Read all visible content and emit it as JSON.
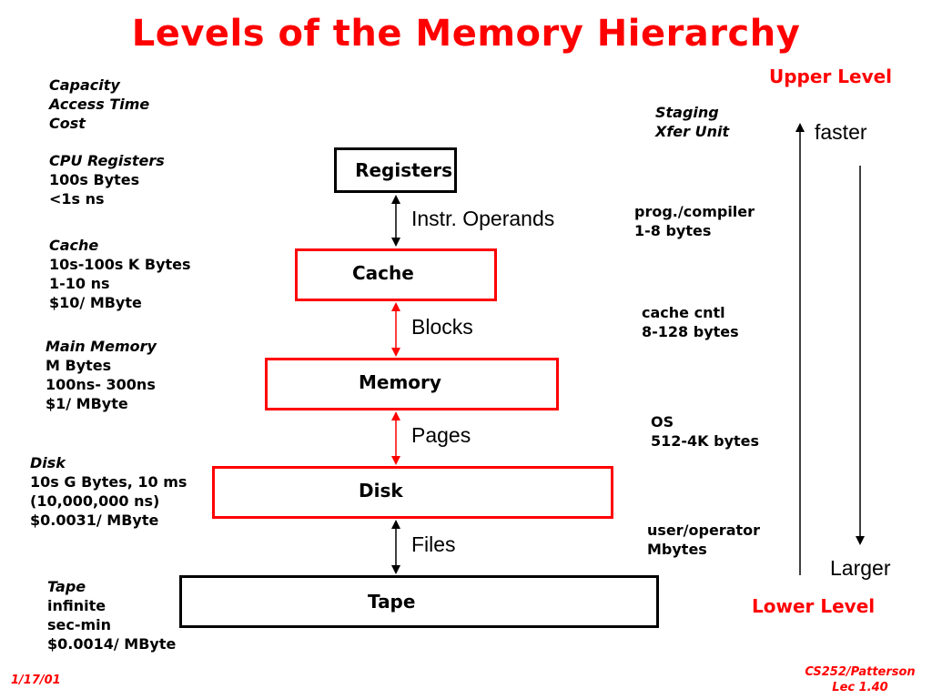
{
  "title": "Levels of the Memory Hierarchy",
  "upper_level": "Upper Level",
  "lower_level": "Lower Level",
  "faster": "faster",
  "larger": "Larger",
  "legend": [
    "Capacity",
    "Access Time",
    "Cost"
  ],
  "staging_header": [
    "Staging",
    "Xfer Unit"
  ],
  "levels": [
    {
      "name": "Registers",
      "info_title": "CPU Registers",
      "info_lines": [
        "100s Bytes",
        "<1s ns"
      ],
      "transfer": "Instr. Operands",
      "staging": [
        "prog./compiler",
        "1-8 bytes"
      ]
    },
    {
      "name": "Cache",
      "info_title": "Cache",
      "info_lines": [
        "10s-100s K Bytes",
        "1-10 ns",
        "$10/ MByte"
      ],
      "transfer": "Blocks",
      "staging": [
        "cache cntl",
        "8-128 bytes"
      ]
    },
    {
      "name": "Memory",
      "info_title": "Main Memory",
      "info_lines": [
        "M Bytes",
        "100ns- 300ns",
        "$1/ MByte"
      ],
      "transfer": "Pages",
      "staging": [
        "OS",
        "512-4K bytes"
      ]
    },
    {
      "name": "Disk",
      "info_title": "Disk",
      "info_lines": [
        "10s G Bytes, 10 ms",
        "(10,000,000 ns)",
        "$0.0031/ MByte"
      ],
      "transfer": "Files",
      "staging": [
        "user/operator",
        "Mbytes"
      ]
    },
    {
      "name": "Tape",
      "info_title": "Tape",
      "info_lines": [
        "infinite",
        "sec-min",
        "$0.0014/ MByte"
      ]
    }
  ],
  "footer": {
    "date": "1/17/01",
    "course": "CS252/Patterson",
    "lecture": "Lec 1.40"
  },
  "colors": {
    "title": "#ff0000",
    "red_box": "#ff0000",
    "black_box": "#000000",
    "arrow_red": "#ff0000",
    "arrow_black": "#000000"
  }
}
